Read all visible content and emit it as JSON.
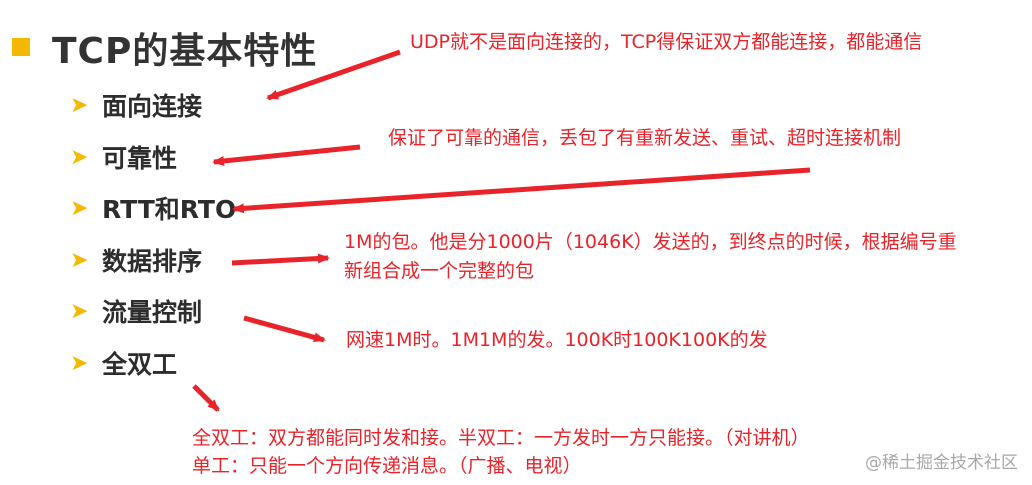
{
  "title": "TCP的基本特性",
  "items": [
    {
      "label": "面向连接"
    },
    {
      "label": "可靠性"
    },
    {
      "label": "RTT和RTO"
    },
    {
      "label": "数据排序"
    },
    {
      "label": "流量控制"
    },
    {
      "label": "全双工"
    }
  ],
  "notes": {
    "n1": "UDP就不是面向连接的，TCP得保证双方都能连接，都能通信",
    "n2": "保证了可靠的通信，丢包了有重新发送、重试、超时连接机制",
    "n3_line1": "1M的包。他是分1000片（1046K）发送的，到终点的时候，根据编号重",
    "n3_line2": "新组合成一个完整的包",
    "n4": "网速1M时。1M1M的发。100K时100K100K的发",
    "n5_line1": "全双工：双方都能同时发和接。半双工：一方发时一方只能接。（对讲机）",
    "n5_line2": "单工：只能一个方向传递消息。（广播、电视）"
  },
  "watermark": "@稀土掘金技术社区",
  "colors": {
    "accent": "#f5b800",
    "annotation": "#e8232a",
    "text": "#2d2d2d"
  }
}
